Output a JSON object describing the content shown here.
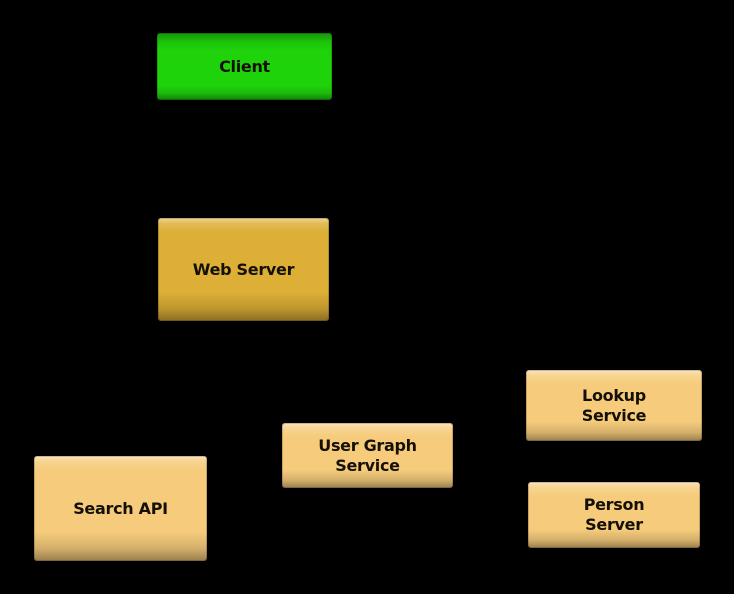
{
  "diagram": {
    "background_color": "#000000",
    "text_color": "#141005",
    "nodes": [
      {
        "id": "client",
        "label": "Client",
        "fill": "#1FD30B"
      },
      {
        "id": "web-server",
        "label": "Web Server",
        "fill": "#DDAF36"
      },
      {
        "id": "search-api",
        "label": "Search API",
        "fill": "#F6CC7C"
      },
      {
        "id": "user-graph-service",
        "label": "User Graph\nService",
        "fill": "#F6CC7C"
      },
      {
        "id": "lookup-service",
        "label": "Lookup\nService",
        "fill": "#F6CC7C"
      },
      {
        "id": "person-server",
        "label": "Person\nServer",
        "fill": "#F6CC7C"
      }
    ]
  }
}
